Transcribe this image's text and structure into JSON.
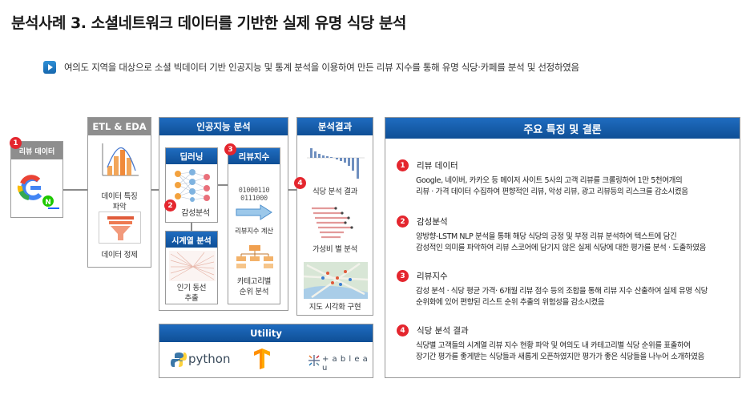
{
  "title": "분석사례 3. 소셜네트워크 데이터를 기반한 실제 유명 식당 분석",
  "subtitle": "여의도 지역을 대상으로 소셜 빅데이터 기반 인공지능 및 통계 분석을 이용하여 만든 리뷰 지수를 통해 유명 식당·카페를 분석 및 선정하였음",
  "review_data": {
    "label": "리뷰 데이터",
    "badge": "1"
  },
  "etl": {
    "header": "ETL & EDA",
    "feature_label": "데이터 특징\n파악",
    "clean_label": "데이터 정제"
  },
  "ai": {
    "header": "인공지능 분석",
    "deeplearning": {
      "header": "딥러닝",
      "badge": "2",
      "label": "감성분석"
    },
    "review_index": {
      "header": "리뷰지수",
      "badge": "3",
      "binary": "01000110\n0111000",
      "calc_label": "리뷰지수 계산",
      "category_label": "카테고리별\n순위 분석"
    },
    "timeseries": {
      "header": "시계열 분석",
      "label": "인기 동선\n추출"
    }
  },
  "results": {
    "header": "분석결과",
    "badge": "4",
    "items": [
      "식당 분석 결과",
      "가성비 별 분석",
      "지도 시각화 구현"
    ]
  },
  "utility": {
    "header": "Utility",
    "python": "python",
    "tableau": "+ a b l e a u"
  },
  "conclusion": {
    "header": "주요 특징 및 결론",
    "items": [
      {
        "num": "1",
        "title": "리뷰 데이터",
        "body": "Google, 네이버, 카카오 등 메이저 사이트 5사의 고객 리뷰를 크롤링하여 1만 5천여개의\n리뷰 ·  가격 데이터 수집하여 편향적인 리뷰, 악성 리뷰, 광고 리뷰등의 리스크를 감소시켰음"
      },
      {
        "num": "2",
        "title": "감성분석",
        "body": "양방향-LSTM NLP 분석을 통해 해당 식당의 긍정 및 부정 리뷰 분석하여 텍스트에 담긴\n감성적인 의미를 파악하여 리뷰 스코어에 담기지 않은 실제 식당에 대한 평가를 분석 · 도출하였음"
      },
      {
        "num": "3",
        "title": "리뷰지수",
        "body": "감성 분석 · 식당 평균 가격· 6개월 리뷰 점수 등의 조합을 통해 리뷰 지수 산출하여 실제 유명 식당\n순위화에 있어 편향된 리스트 순위 추출의 위험성을 감소시켰음"
      },
      {
        "num": "4",
        "title": "식당 분석 결과",
        "body": "식당별 고객들의 시계열 리뷰 지수 현황 파악 및 여의도 내 카테고리별 식당 순위를 표출하여\n장기간 평가를 좋게받는 식당들과 새롭게 오픈하였지만 평가가 좋은 식당들을 나누어 소개하였음"
      }
    ]
  }
}
